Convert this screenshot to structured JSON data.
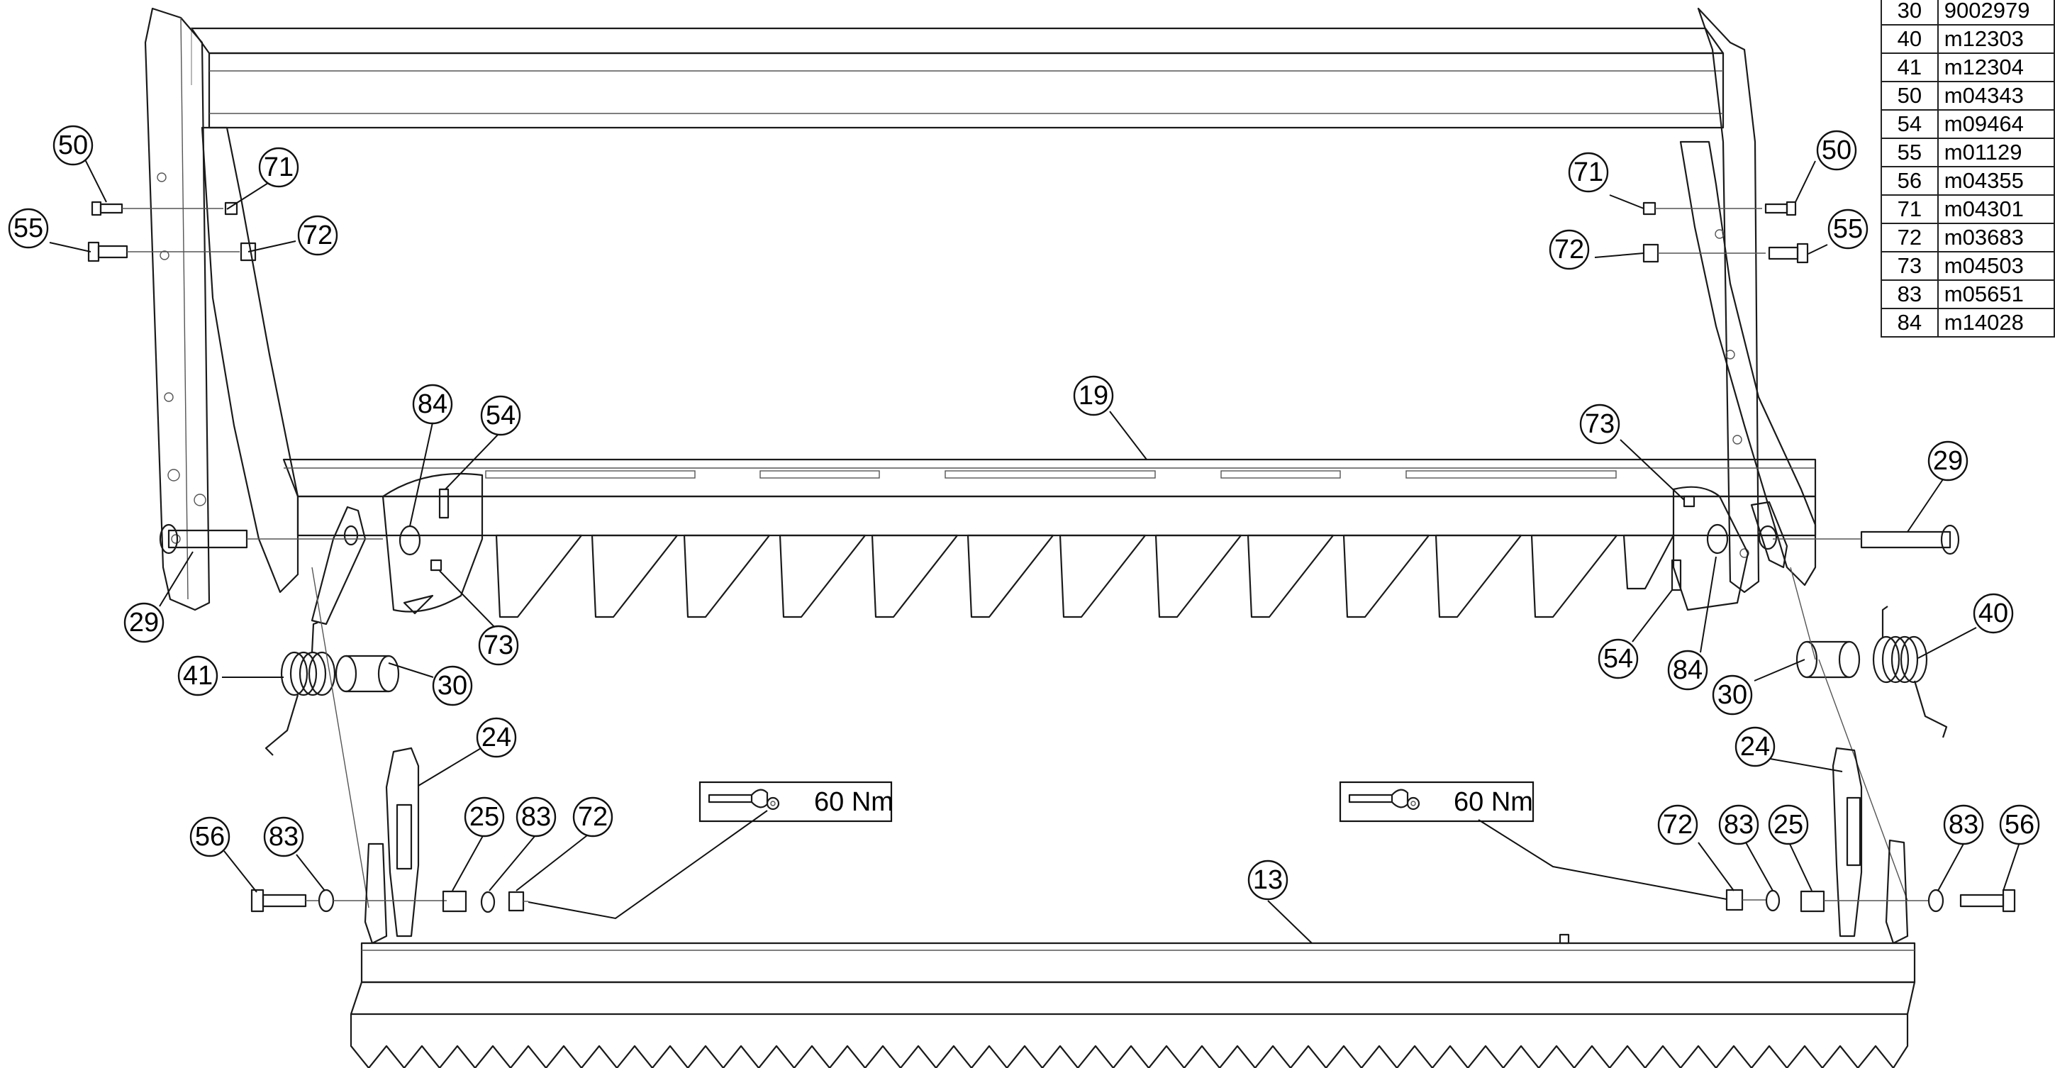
{
  "parts_table": [
    {
      "pos": "30",
      "part": "9002979"
    },
    {
      "pos": "40",
      "part": "m12303"
    },
    {
      "pos": "41",
      "part": "m12304"
    },
    {
      "pos": "50",
      "part": "m04343"
    },
    {
      "pos": "54",
      "part": "m09464"
    },
    {
      "pos": "55",
      "part": "m01129"
    },
    {
      "pos": "56",
      "part": "m04355"
    },
    {
      "pos": "71",
      "part": "m04301"
    },
    {
      "pos": "72",
      "part": "m03683"
    },
    {
      "pos": "73",
      "part": "m04503"
    },
    {
      "pos": "83",
      "part": "m05651"
    },
    {
      "pos": "84",
      "part": "m14028"
    }
  ],
  "balloons": {
    "b50l": "50",
    "b71l": "71",
    "b55l": "55",
    "b72l": "72",
    "b84l": "84",
    "b54l": "54",
    "b19": "19",
    "b29l": "29",
    "b73l": "73",
    "b41": "41",
    "b30l": "30",
    "b24l": "24",
    "b56l": "56",
    "b83l": "83",
    "b25l": "25",
    "b83l2": "83",
    "b72l2": "72",
    "b13": "13",
    "b71r": "71",
    "b50r": "50",
    "b72r": "72",
    "b55r": "55",
    "b73r": "73",
    "b29r": "29",
    "b54r": "54",
    "b84r": "84",
    "b30r": "30",
    "b40": "40",
    "b24r": "24",
    "b72r2": "72",
    "b83r": "83",
    "b25r": "25",
    "b83r2": "83",
    "b56r": "56"
  },
  "torque_labels": {
    "left": "60 Nm",
    "right": "60 Nm"
  }
}
